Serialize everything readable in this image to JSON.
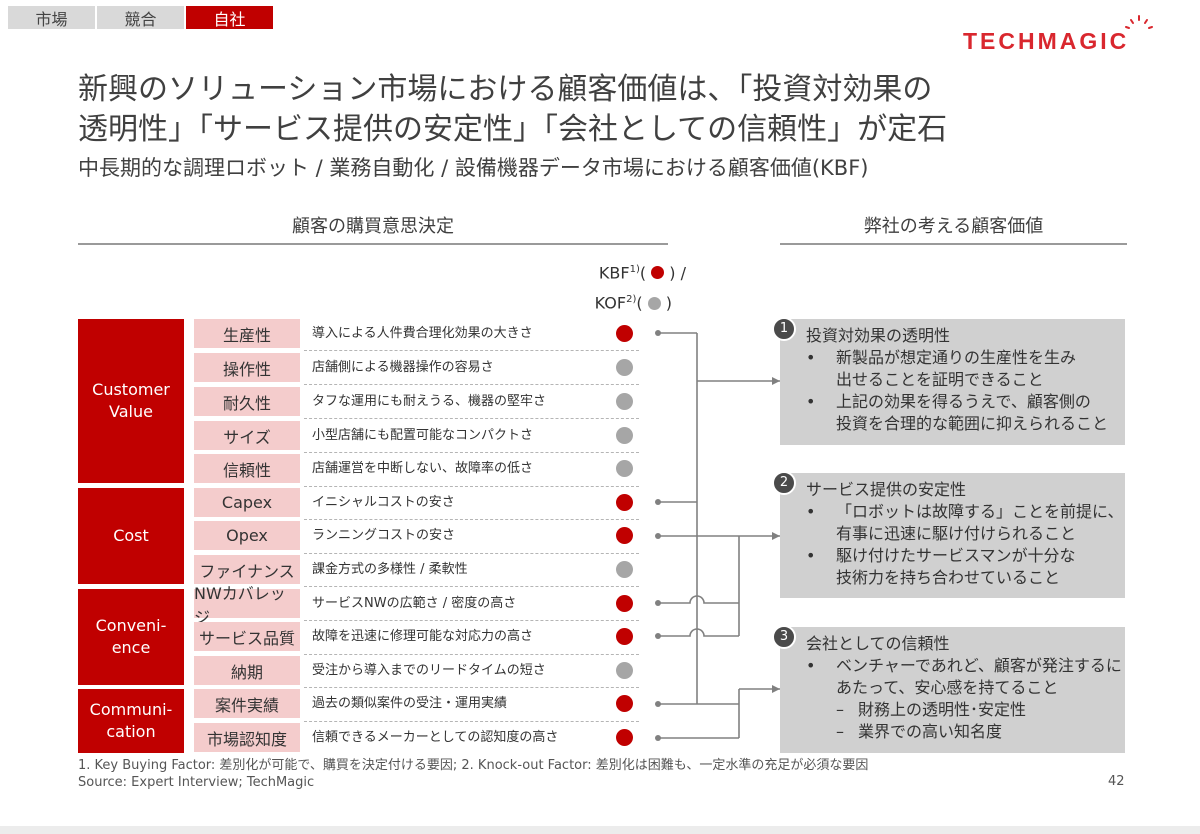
{
  "tabs": [
    {
      "label": "市場",
      "active": false
    },
    {
      "label": "競合",
      "active": false
    },
    {
      "label": "自社",
      "active": true
    }
  ],
  "logo": {
    "text": "TECHMAGIC"
  },
  "title": {
    "line1": "新興のソリューション市場における顧客価値は、「投資対効果の",
    "line2": "透明性」「サービス提供の安定性」「会社としての信頼性」が定石"
  },
  "subtitle": "中長期的な調理ロボット / 業務自動化 / 設備機器データ市場における顧客価値(KBF)",
  "left_header": "顧客の購買意思決定",
  "right_header": "弊社の考える顧客価値",
  "legend": {
    "kbf": "KBF",
    "kbf_sup": "1)",
    "kof": "KOF",
    "kof_sup": "2)"
  },
  "categories": [
    {
      "label_l1": "Customer",
      "label_l2": "Value"
    },
    {
      "label_l1": "Cost",
      "label_l2": ""
    },
    {
      "label_l1": "Conveni-",
      "label_l2": "ence"
    },
    {
      "label_l1": "Communi-",
      "label_l2": "cation"
    }
  ],
  "rows": [
    {
      "label": "生産性",
      "desc": "導入による人件費合理化効果の大きさ",
      "type": "KBF"
    },
    {
      "label": "操作性",
      "desc": "店舗側による機器操作の容易さ",
      "type": "KOF"
    },
    {
      "label": "耐久性",
      "desc": "タフな運用にも耐えうる、機器の堅牢さ",
      "type": "KOF"
    },
    {
      "label": "サイズ",
      "desc": "小型店舗にも配置可能なコンパクトさ",
      "type": "KOF"
    },
    {
      "label": "信頼性",
      "desc": "店舗運営を中断しない、故障率の低さ",
      "type": "KOF"
    },
    {
      "label": "Capex",
      "desc": "イニシャルコストの安さ",
      "type": "KBF"
    },
    {
      "label": "Opex",
      "desc": "ランニングコストの安さ",
      "type": "KBF"
    },
    {
      "label": "ファイナンス",
      "desc": "課金方式の多様性 / 柔軟性",
      "type": "KOF"
    },
    {
      "label": "NWカバレッジ",
      "desc": "サービスNWの広範さ / 密度の高さ",
      "type": "KBF"
    },
    {
      "label": "サービス品質",
      "desc": "故障を迅速に修理可能な対応力の高さ",
      "type": "KBF"
    },
    {
      "label": "納期",
      "desc": "受注から導入までのリードタイムの短さ",
      "type": "KOF"
    },
    {
      "label": "案件実績",
      "desc": "過去の類似案件の受注・運用実績",
      "type": "KBF"
    },
    {
      "label": "市場認知度",
      "desc": "信頼できるメーカーとしての認知度の高さ",
      "type": "KBF"
    }
  ],
  "boxes": [
    {
      "num": "1",
      "title": "投資対効果の透明性",
      "bullets": [
        {
          "mark": "•",
          "l1": "新製品が想定通りの生産性を生み",
          "l2": "出せることを証明できること"
        },
        {
          "mark": "•",
          "l1": "上記の効果を得るうえで、顧客側の",
          "l2": "投資を合理的な範囲に抑えられること"
        }
      ]
    },
    {
      "num": "2",
      "title": "サービス提供の安定性",
      "bullets": [
        {
          "mark": "•",
          "l1": "「ロボットは故障する」ことを前提に、",
          "l2": "有事に迅速に駆け付けられること"
        },
        {
          "mark": "•",
          "l1": "駆け付けたサービスマンが十分な",
          "l2": "技術力を持ち合わせていること"
        }
      ]
    },
    {
      "num": "3",
      "title": "会社としての信頼性",
      "bullets": [
        {
          "mark": "•",
          "l1": "ベンチャーであれど、顧客が発注するに",
          "l2": "あたって、安心感を持てること"
        },
        {
          "mark": "–",
          "l1": "財務上の透明性･安定性",
          "l2": ""
        },
        {
          "mark": "–",
          "l1": "業界での高い知名度",
          "l2": ""
        }
      ]
    }
  ],
  "footnote": {
    "line1": "1. Key Buying Factor: 差別化が可能で、購買を決定付ける要因; 2. Knock-out Factor: 差別化は困難も、一定水準の充足が必須な要因",
    "line2": "Source: Expert Interview; TechMagic"
  },
  "page_number": "42",
  "colors": {
    "accent": "#c00000",
    "pink": "#f4cccc",
    "kof_gray": "#a6a6a6",
    "box_gray": "#d0d0d0"
  }
}
